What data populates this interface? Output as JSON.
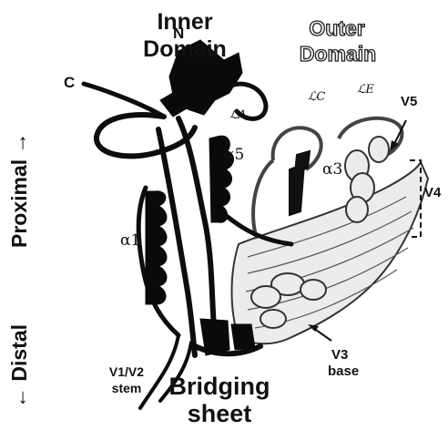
{
  "labels": {
    "inner_domain_1": "Inner",
    "inner_domain_2": "Domain",
    "outer_domain_1": "Outer",
    "outer_domain_2": "Domain",
    "n_terminus": "N",
    "c_terminus": "C",
    "loop_a": "ℒA",
    "loop_c": "ℒC",
    "loop_e": "ℒE",
    "helix_a5": "α5",
    "helix_a3": "α3",
    "helix_a1": "α1",
    "v5": "V5",
    "v4": "V4",
    "v3_1": "V3",
    "v3_2": "base",
    "v1v2_1": "V1/V2",
    "v1v2_2": "stem",
    "bridging_1": "Bridging",
    "bridging_2": "sheet",
    "proximal": "Proximal →",
    "distal": "← Distal"
  }
}
